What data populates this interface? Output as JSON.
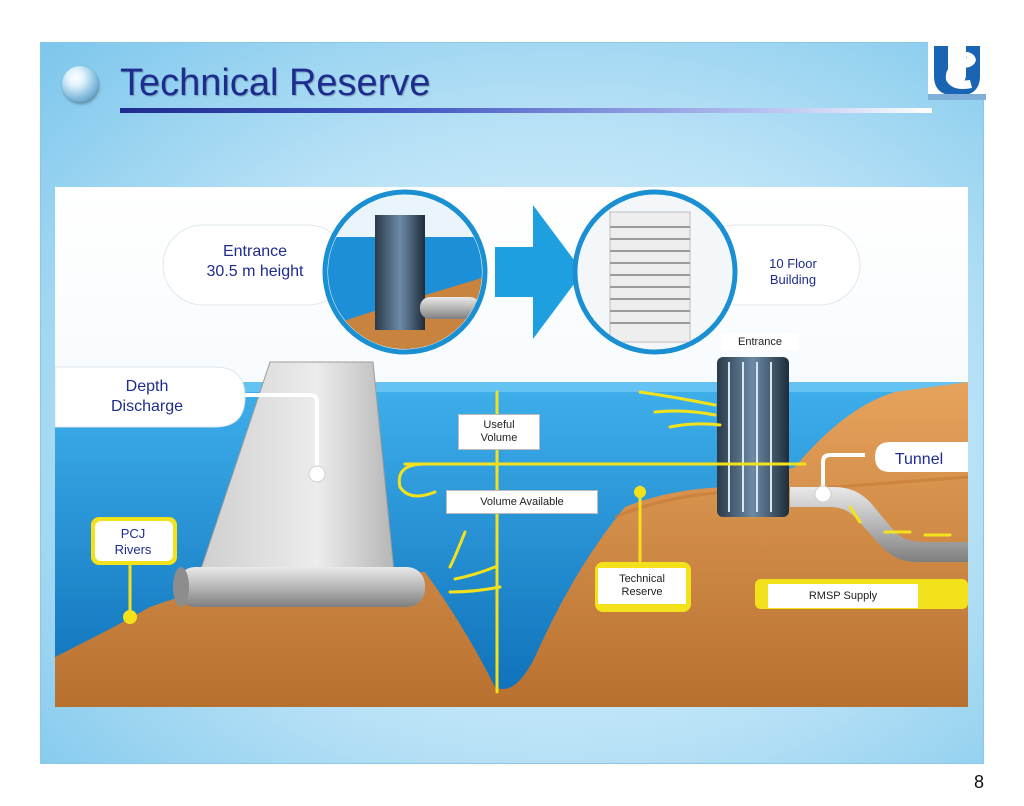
{
  "slide": {
    "title": "Technical Reserve",
    "page_number": "8"
  },
  "labels": {
    "entrance_height": [
      "Entrance",
      "30.5 m height"
    ],
    "floor_building": [
      "10 Floor",
      "Building"
    ],
    "entrance_small": "Entrance",
    "depth_discharge": [
      "Depth",
      "Discharge"
    ],
    "useful_volume": [
      "Useful",
      "Volume"
    ],
    "tunnel": "Tunnel",
    "volume_available": "Volume Available",
    "pcj_rivers": [
      "PCJ",
      "Rivers"
    ],
    "technical_reserve": [
      "Technical",
      "Reserve"
    ],
    "rmsp_supply": "RMSP Supply"
  },
  "colors": {
    "title": "#1f2c8f",
    "water": "#1d8fd6",
    "soil": "#d48a45",
    "highlight": "#f3e21b",
    "arrow": "#1ea0e0"
  }
}
